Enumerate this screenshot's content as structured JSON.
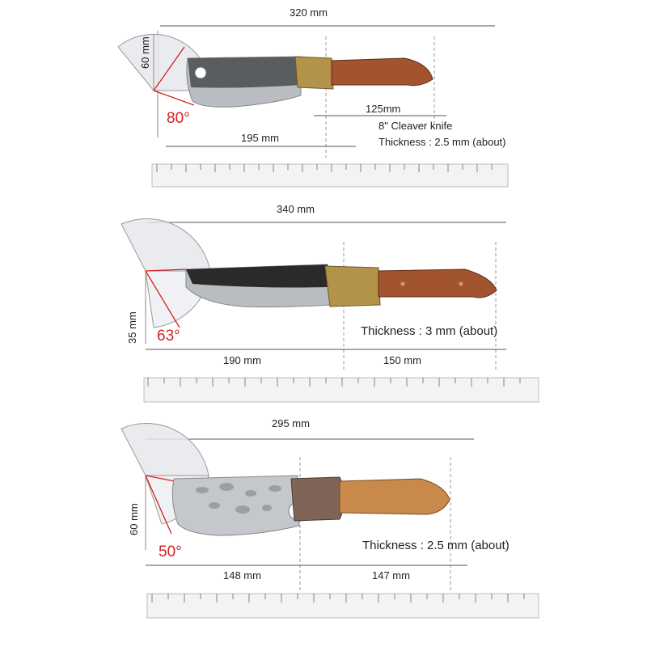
{
  "knives": [
    {
      "overall_length": "320 mm",
      "blade_width": "60 mm",
      "angle": "80°",
      "blade_length": "195 mm",
      "handle_length": "125mm",
      "name": "8\" Cleaver knife",
      "thickness": "Thickness : 2.5 mm (about)"
    },
    {
      "overall_length": "340 mm",
      "blade_width": "35 mm",
      "angle": "63°",
      "blade_length": "190 mm",
      "handle_length": "150 mm",
      "thickness": "Thickness : 3 mm (about)"
    },
    {
      "overall_length": "295 mm",
      "blade_width": "60 mm",
      "angle": "50°",
      "blade_length": "148 mm",
      "handle_length": "147 mm",
      "thickness": "Thickness : 2.5 mm (about)"
    }
  ],
  "colors": {
    "angle_text": "#d2231f",
    "handle_wood": "#a2532f",
    "bolster_brass": "#b3924a",
    "blade_steel": "#b9bcc0",
    "blade_dark": "#2a2a2a"
  },
  "protractor_mark": "90"
}
